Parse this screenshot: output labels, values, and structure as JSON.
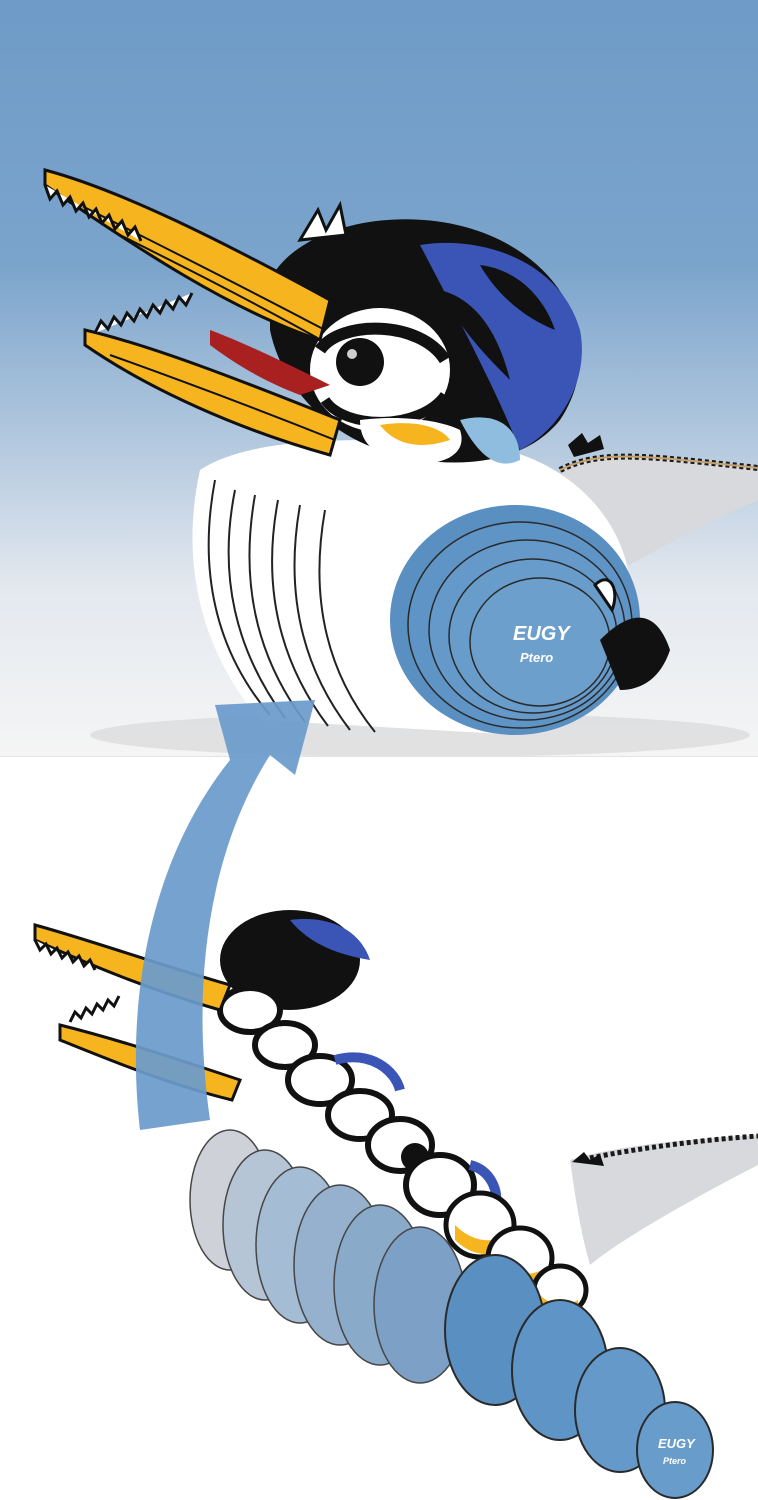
{
  "image": {
    "description": "Eugy 3D cardboard pterodactyl model: assembled view (top) and exploded slice view (bottom) connected by a curved arrow",
    "panels": [
      {
        "id": "assembled",
        "label": "assembled-model"
      },
      {
        "id": "exploded",
        "label": "exploded-slices"
      }
    ]
  },
  "labels": {
    "assembled_disc": {
      "brand": "EUGY",
      "model": "Ptero"
    },
    "exploded_disc": {
      "brand": "EUGY",
      "model": "Ptero"
    }
  },
  "colors": {
    "sky_top": "#6e9bc7",
    "beak_yellow": "#f6b51e",
    "crest_black": "#111111",
    "crest_blue": "#3a55b5",
    "body_blue": "#5f95c6",
    "arrow_blue": "#6a9bcb",
    "mouth_red": "#a82020",
    "wing_grey": "#d8d9dc"
  },
  "icons": {
    "arrow": "curved-up-right-arrow"
  }
}
